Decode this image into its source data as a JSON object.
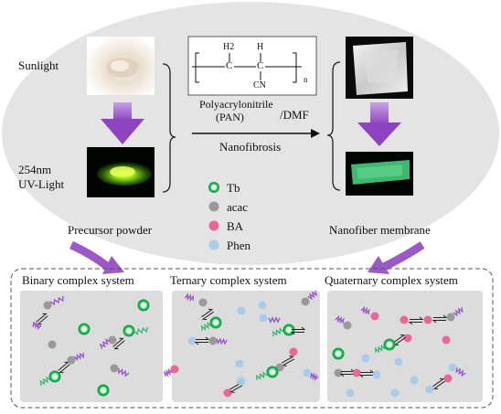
{
  "top": {
    "sunlight_label": "Sunlight",
    "uv_label_line1": "254nm",
    "uv_label_line2": "UV-Light",
    "precursor_label": "Precursor powder",
    "nanofiber_label": "Nanofiber membrane",
    "polymer_name_line1": "Polyacrylonitrile",
    "polymer_name_line2": "(PAN)",
    "solvent": "/DMF",
    "process": "Nanofibrosis",
    "formula": {
      "h2": "H2",
      "h": "H",
      "c1": "C",
      "c2": "C",
      "cn": "CN",
      "n": "n"
    }
  },
  "legend": [
    {
      "label": "Tb",
      "color": "#22c55e",
      "style": "ring"
    },
    {
      "label": "acac",
      "color": "#9a9a9a",
      "style": "dot"
    },
    {
      "label": "BA",
      "color": "#e8679a",
      "style": "dot"
    },
    {
      "label": "Phen",
      "color": "#a9cde8",
      "style": "dot"
    }
  ],
  "panels": [
    {
      "title": "Binary  complex system"
    },
    {
      "title": "Ternary  complex system"
    },
    {
      "title": "Quaternary complex system"
    }
  ],
  "colors": {
    "ellipse": "#e4e4e4",
    "panel": "#dcdcdc",
    "arrow": "#9b59c8",
    "tb": "#22c55e",
    "acac": "#9a9a9a",
    "ba": "#e8679a",
    "phen": "#a9cde8",
    "fiber": "#3fb872"
  }
}
